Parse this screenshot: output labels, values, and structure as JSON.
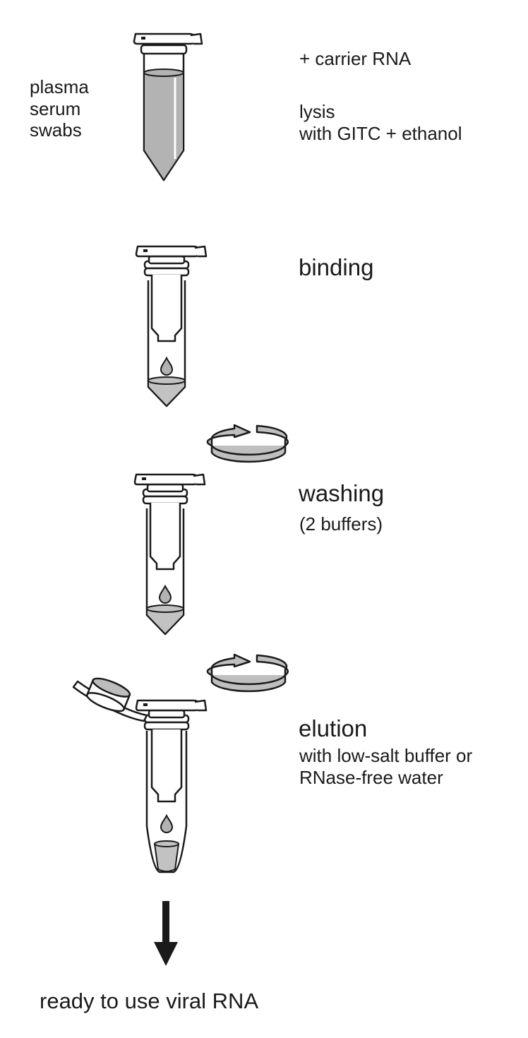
{
  "sample_types": [
    "plasma",
    "serum",
    "swabs"
  ],
  "lysis_step": {
    "additive": "+ carrier RNA",
    "lines": [
      "lysis",
      "with GITC + ethanol"
    ]
  },
  "binding_step": {
    "label": "binding"
  },
  "washing_step": {
    "label": "washing",
    "detail": "(2 buffers)"
  },
  "elution_step": {
    "label": "elution",
    "lines": [
      "with low-salt buffer or",
      "RNase-free water"
    ]
  },
  "result": "ready to use viral RNA",
  "colors": {
    "stroke": "#1a1a1a",
    "sample_fill": "#b3b3b3",
    "membrane_dark": "#6e6e6e",
    "membrane_light": "#bdbdbd",
    "flowthrough_fill": "#c2c2c2",
    "arrow_fill": "#bfbfbf"
  }
}
